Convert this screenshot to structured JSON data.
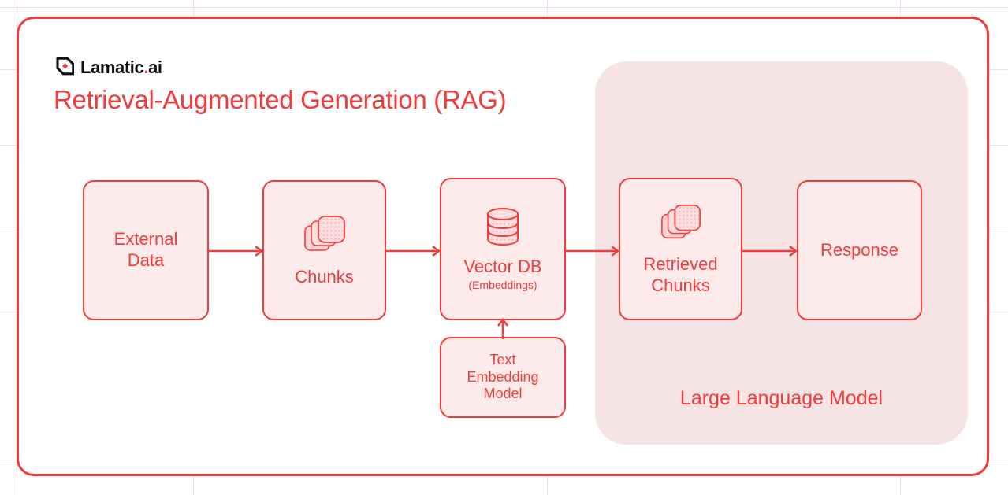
{
  "brand": {
    "logo_icon": "lamatic-diamond-logo-icon",
    "name_main": "Lamatic",
    "name_dot": ".",
    "name_suffix": "ai"
  },
  "page": {
    "title": "Retrieval-Augmented Generation (RAG)"
  },
  "colors": {
    "accent_red": "#F23B3B",
    "node_fill": "#FDEAEA",
    "panel_fill": "#F6E4E4",
    "card_background": "#FFFFFF",
    "grid_line": "#F7DEDE",
    "brand_text": "#111111"
  },
  "llm_panel": {
    "label": "Large Language Model"
  },
  "nodes": [
    {
      "id": "external-data",
      "label": "External\nData",
      "line1": "External",
      "line2": "Data",
      "icon": null
    },
    {
      "id": "chunks",
      "label": "Chunks",
      "icon": "stacked-chunks-icon"
    },
    {
      "id": "vector-db",
      "label": "Vector DB",
      "sublabel": "(Embeddings)",
      "icon": "database-cylinder-icon"
    },
    {
      "id": "text-embedding-model",
      "line1": "Text",
      "line2": "Embedding",
      "line3": "Model",
      "icon": null
    },
    {
      "id": "retrieved-chunks",
      "line1": "Retrieved",
      "line2": "Chunks",
      "icon": "stacked-chunks-icon"
    },
    {
      "id": "response",
      "label": "Response",
      "icon": null
    }
  ],
  "arrows": [
    {
      "id": "external-data-to-chunks",
      "direction": "right"
    },
    {
      "id": "chunks-to-vector-db",
      "direction": "right"
    },
    {
      "id": "vector-db-to-retrieved-chunks",
      "direction": "right"
    },
    {
      "id": "retrieved-chunks-to-response",
      "direction": "right"
    },
    {
      "id": "text-embedding-model-to-vector-db",
      "direction": "up"
    }
  ]
}
